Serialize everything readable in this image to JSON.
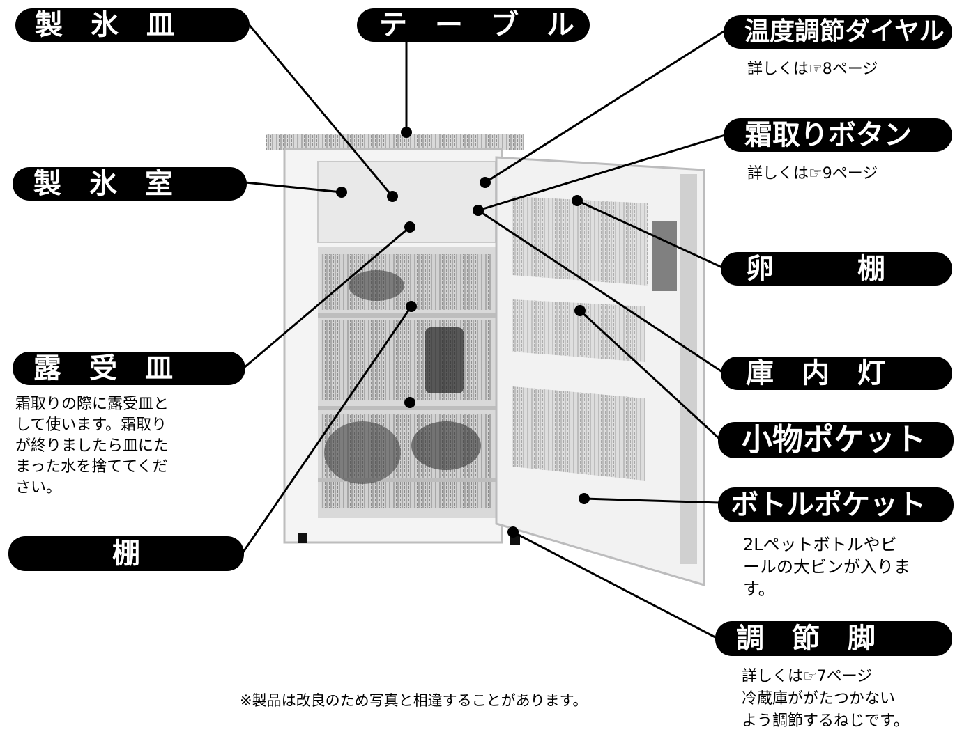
{
  "labels": {
    "ice_tray": "製　氷　皿",
    "table": "テ　ー　ブ　ル",
    "temp_dial": "温度調節ダイヤル",
    "temp_dial_note": "詳しくは☞8ページ",
    "defrost_button": "霜取りボタン",
    "defrost_button_note": "詳しくは☞9ページ",
    "ice_room": "製　氷　室",
    "egg_shelf": "卵　　　棚",
    "drip_tray": "露　受　皿",
    "drip_tray_note": [
      "霜取りの際に露受皿と",
      "して使います。霜取り",
      "が終りましたら皿にた",
      "まった水を捨ててくだ",
      "さい。"
    ],
    "interior_light": "庫　内　灯",
    "small_pocket": "小物ポケット",
    "shelf": "棚",
    "bottle_pocket": "ボトルポケット",
    "bottle_pocket_note": [
      "2Lペットボトルやビ",
      "ールの大ビンが入りま",
      "す。"
    ],
    "adjust_foot": "調　節　脚",
    "adjust_foot_note": [
      "詳しくは☞7ページ",
      "冷蔵庫ががたつかない",
      "よう調節するねじです。"
    ]
  },
  "footnote": "※製品は改良のため写真と相違することがあります。"
}
